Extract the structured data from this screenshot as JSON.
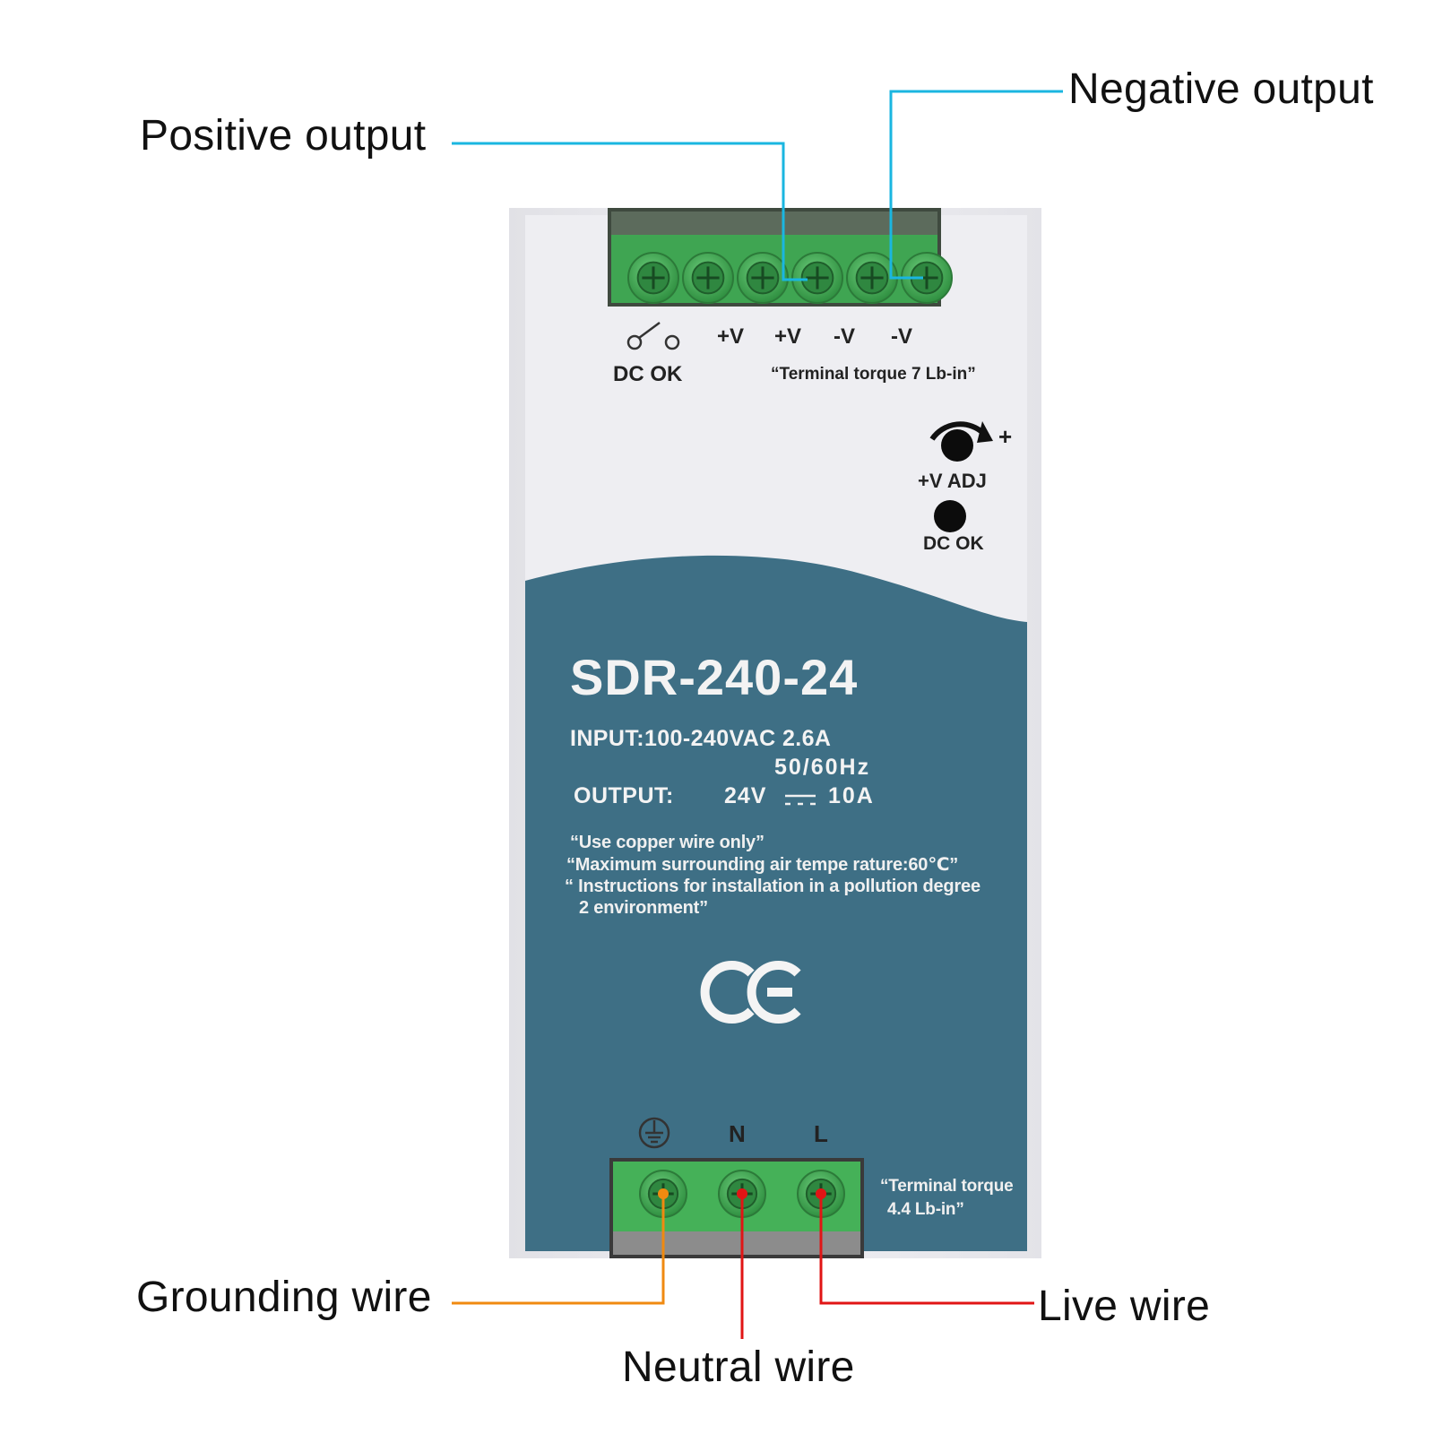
{
  "callouts": {
    "positive_output": "Positive output",
    "negative_output": "Negative output",
    "grounding_wire": "Grounding wire",
    "neutral_wire": "Neutral wire",
    "live_wire": "Live wire"
  },
  "top_terminals": {
    "labels": [
      "+V",
      "+V",
      "-V",
      "-V"
    ],
    "dc_ok": "DC OK",
    "torque": "“Terminal torque 7 Lb-in”"
  },
  "controls": {
    "plus": "+",
    "v_adj": "+V ADJ",
    "dc_ok_led": "DC OK"
  },
  "label_plate": {
    "model": "SDR-240-24",
    "input": "INPUT:100-240VAC  2.6A",
    "frequency": "50/60Hz",
    "output_label": "OUTPUT:",
    "output_voltage": "24V",
    "output_current": "10A",
    "notes": [
      "“Use copper wire only”",
      "“Maximum surrounding air tempe rature:60℃”",
      "“ Instructions for installation in a pollution degree",
      "2 environment”"
    ],
    "ce_mark": "CE"
  },
  "bottom_terminals": {
    "n_label": "N",
    "l_label": "L",
    "torque_line1": "“Terminal torque",
    "torque_line2": "4.4  Lb-in”"
  },
  "colors": {
    "blue_leader": "#1ab6e0",
    "orange_leader": "#f08a10",
    "red_leader": "#e11515",
    "plate_blue": "#3e6f85",
    "terminal_green": "#4dbb5f",
    "housing": "#ececf0"
  }
}
